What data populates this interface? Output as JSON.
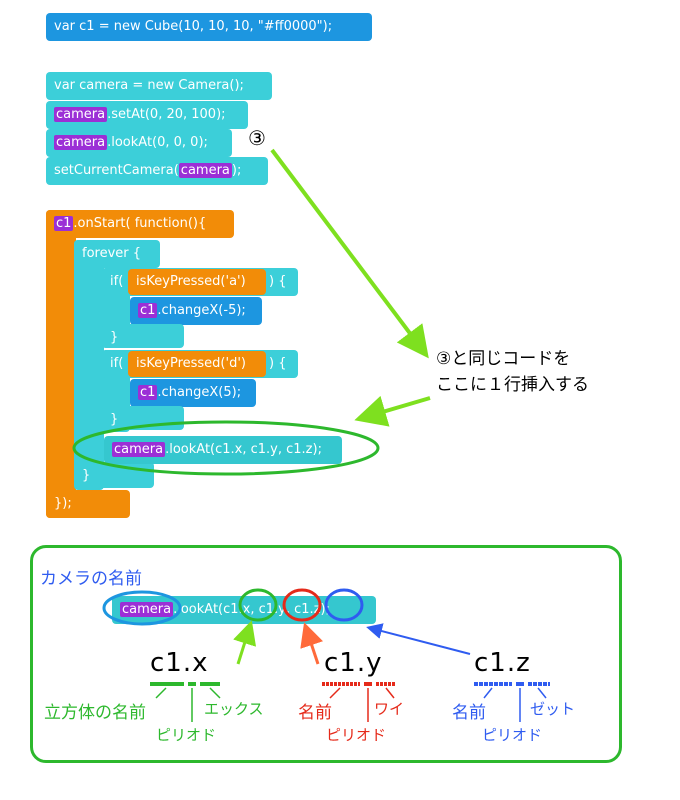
{
  "top": {
    "cube_line": "var c1 = new Cube(10, 10, 10, \"#ff0000\");"
  },
  "camera_block": {
    "line1": "var camera = new Camera();",
    "var_name": "camera",
    "line2_rest": ".setAt(0, 20, 100);",
    "line3_rest": ".lookAt(0, 0, 0);",
    "line4_pre": "setCurrentCamera(",
    "line4_post": ");",
    "marker": "③"
  },
  "event_block": {
    "obj": "c1",
    "onstart_rest": ".onStart(  function(){",
    "forever": "forever {",
    "if_open": "if(",
    "if_close": ") {",
    "key_a": "isKeyPressed('a')",
    "key_d": "isKeyPressed('d')",
    "change_a_rest": ".changeX(-5);",
    "change_d_rest": ".changeX(5);",
    "brace": "}",
    "lookat_rest": ".lookAt(c1.x, c1.y, c1.z);",
    "end": "});"
  },
  "instruction": {
    "line1": "③と同じコードを",
    "line2": "ここに１行挿入する"
  },
  "legend": {
    "title": "カメラの名前",
    "code_rest_pre": ".lookAt(",
    "x_term": "c1.x",
    "y_term": "c1.y",
    "z_term": "c1.z",
    "code_end": ");",
    "comma": ", ",
    "big_x": "c1.x",
    "big_y": "c1.y",
    "big_z": "c1.z",
    "x_name": "立方体の名前",
    "x_axis": "エックス",
    "x_period": "ピリオド",
    "y_name": "名前",
    "y_axis": "ワイ",
    "y_period": "ピリオド",
    "z_name": "名前",
    "z_axis": "ゼット",
    "z_period": "ピリオド"
  },
  "colors": {
    "green": "#2db82d",
    "lime": "#7ee01f",
    "red": "#e52a1a",
    "blue": "#2f5cf0",
    "orange": "#f28c08",
    "purple": "#9b2fd6"
  }
}
